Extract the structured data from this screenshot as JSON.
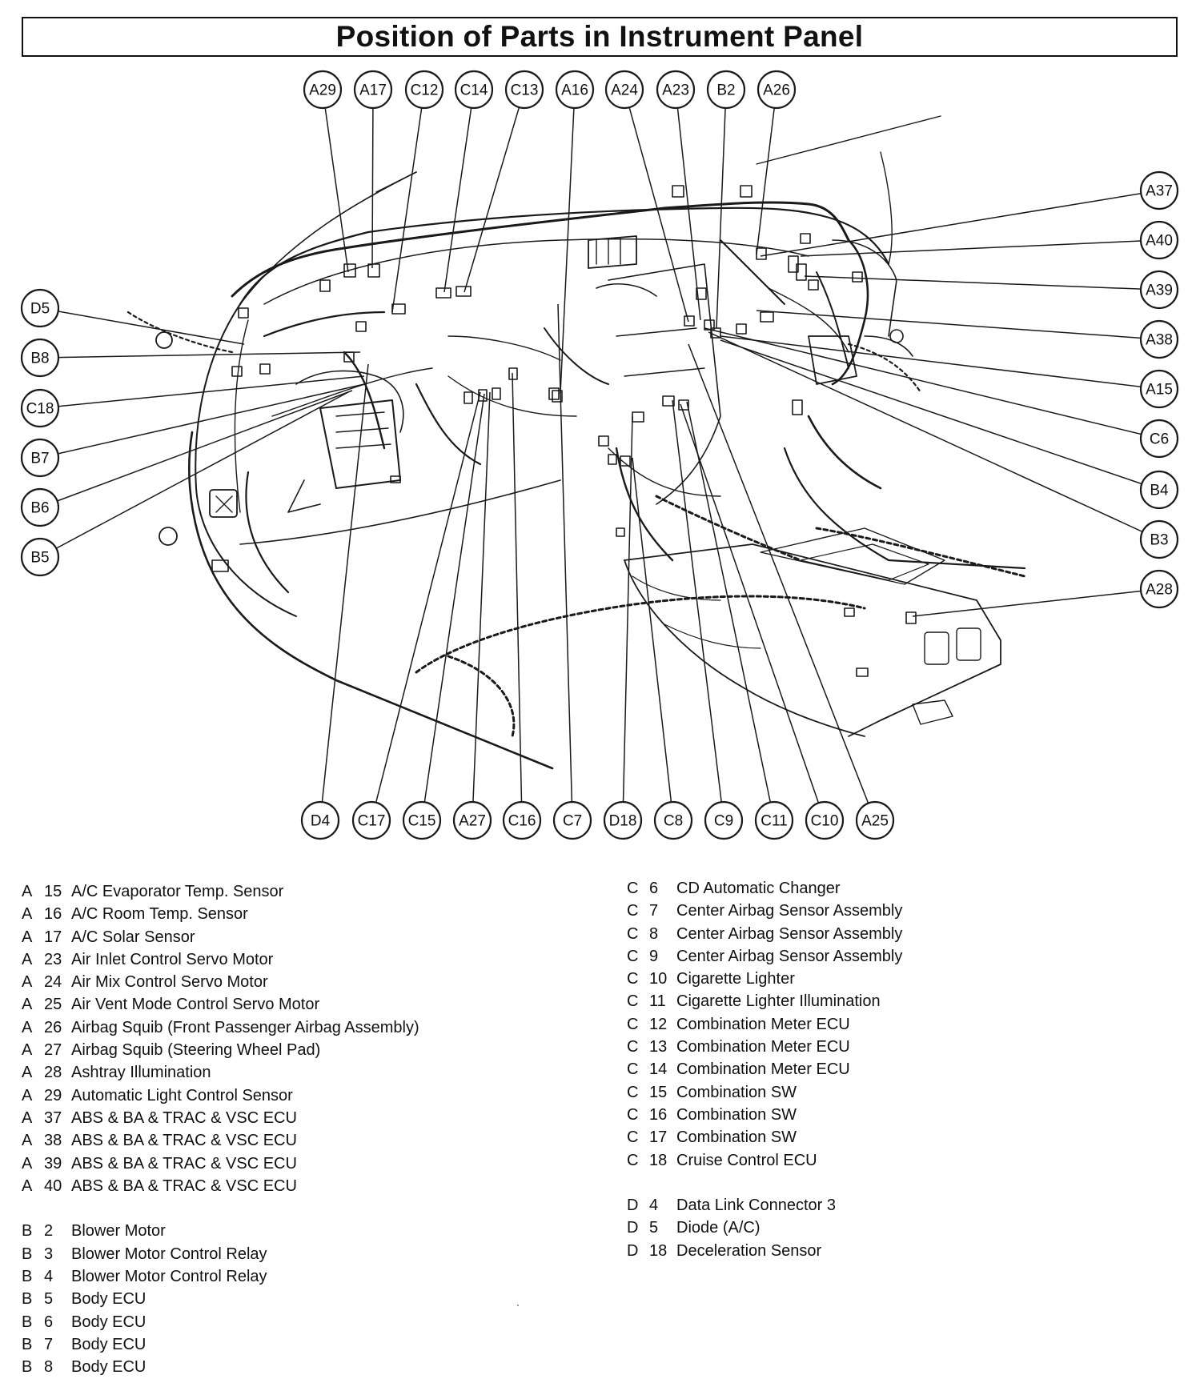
{
  "title": "Position of Parts in Instrument Panel",
  "callouts": {
    "top": [
      "A29",
      "A17",
      "C12",
      "C14",
      "C13",
      "A16",
      "A24",
      "A23",
      "B2",
      "A26"
    ],
    "left": [
      "D5",
      "B8",
      "C18",
      "B7",
      "B6",
      "B5"
    ],
    "right": [
      "A37",
      "A40",
      "A39",
      "A38",
      "A15",
      "C6",
      "B4",
      "B3",
      "A28"
    ],
    "bottom": [
      "D4",
      "C17",
      "C15",
      "A27",
      "C16",
      "C7",
      "D18",
      "C8",
      "C9",
      "C11",
      "C10",
      "A25"
    ]
  },
  "legend_left": [
    {
      "letter": "A",
      "num": "15",
      "name": "A/C Evaporator Temp. Sensor"
    },
    {
      "letter": "A",
      "num": "16",
      "name": "A/C Room Temp. Sensor"
    },
    {
      "letter": "A",
      "num": "17",
      "name": "A/C Solar Sensor"
    },
    {
      "letter": "A",
      "num": "23",
      "name": "Air Inlet Control Servo Motor"
    },
    {
      "letter": "A",
      "num": "24",
      "name": "Air Mix Control Servo Motor"
    },
    {
      "letter": "A",
      "num": "25",
      "name": "Air Vent Mode Control Servo Motor"
    },
    {
      "letter": "A",
      "num": "26",
      "name": "Airbag Squib (Front Passenger Airbag Assembly)"
    },
    {
      "letter": "A",
      "num": "27",
      "name": "Airbag Squib (Steering Wheel Pad)"
    },
    {
      "letter": "A",
      "num": "28",
      "name": "Ashtray Illumination"
    },
    {
      "letter": "A",
      "num": "29",
      "name": "Automatic Light Control Sensor"
    },
    {
      "letter": "A",
      "num": "37",
      "name": "ABS & BA & TRAC & VSC ECU"
    },
    {
      "letter": "A",
      "num": "38",
      "name": "ABS & BA & TRAC & VSC ECU"
    },
    {
      "letter": "A",
      "num": "39",
      "name": "ABS & BA & TRAC & VSC ECU"
    },
    {
      "letter": "A",
      "num": "40",
      "name": "ABS & BA & TRAC & VSC ECU"
    },
    {
      "gap": true
    },
    {
      "letter": "B",
      "num": "2",
      "name": "Blower Motor"
    },
    {
      "letter": "B",
      "num": "3",
      "name": "Blower Motor Control Relay"
    },
    {
      "letter": "B",
      "num": "4",
      "name": "Blower Motor Control Relay"
    },
    {
      "letter": "B",
      "num": "5",
      "name": "Body ECU"
    },
    {
      "letter": "B",
      "num": "6",
      "name": "Body ECU"
    },
    {
      "letter": "B",
      "num": "7",
      "name": "Body ECU"
    },
    {
      "letter": "B",
      "num": "8",
      "name": "Body ECU"
    }
  ],
  "legend_right": [
    {
      "letter": "C",
      "num": "6",
      "name": "CD Automatic Changer"
    },
    {
      "letter": "C",
      "num": "7",
      "name": "Center Airbag Sensor Assembly"
    },
    {
      "letter": "C",
      "num": "8",
      "name": "Center Airbag Sensor Assembly"
    },
    {
      "letter": "C",
      "num": "9",
      "name": "Center Airbag Sensor Assembly"
    },
    {
      "letter": "C",
      "num": "10",
      "name": "Cigarette Lighter"
    },
    {
      "letter": "C",
      "num": "11",
      "name": "Cigarette Lighter Illumination"
    },
    {
      "letter": "C",
      "num": "12",
      "name": "Combination Meter ECU"
    },
    {
      "letter": "C",
      "num": "13",
      "name": "Combination Meter ECU"
    },
    {
      "letter": "C",
      "num": "14",
      "name": "Combination Meter ECU"
    },
    {
      "letter": "C",
      "num": "15",
      "name": "Combination SW"
    },
    {
      "letter": "C",
      "num": "16",
      "name": "Combination SW"
    },
    {
      "letter": "C",
      "num": "17",
      "name": "Combination SW"
    },
    {
      "letter": "C",
      "num": "18",
      "name": "Cruise Control ECU"
    },
    {
      "gap": true
    },
    {
      "letter": "D",
      "num": "4",
      "name": "Data Link Connector 3"
    },
    {
      "letter": "D",
      "num": "5",
      "name": "Diode (A/C)"
    },
    {
      "letter": "D",
      "num": "18",
      "name": "Deceleration Sensor"
    }
  ]
}
